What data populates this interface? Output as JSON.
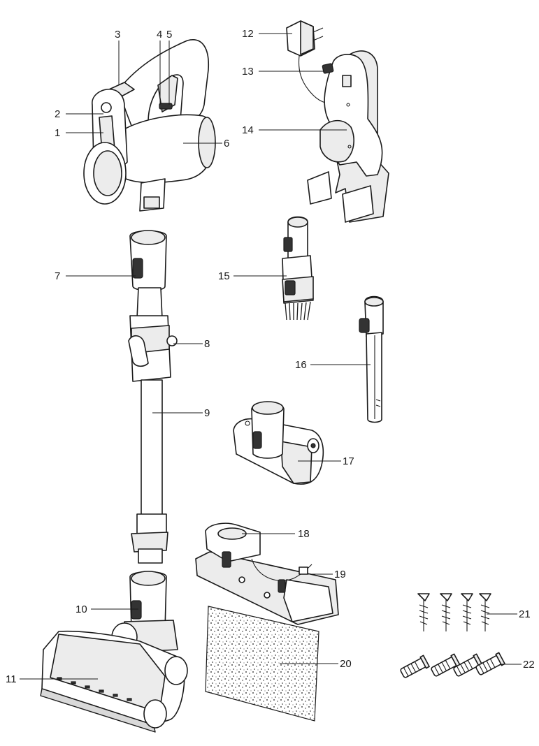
{
  "callouts": [
    {
      "id": "c1",
      "text": "1"
    },
    {
      "id": "c2",
      "text": "2"
    },
    {
      "id": "c3",
      "text": "3"
    },
    {
      "id": "c4",
      "text": "4"
    },
    {
      "id": "c5",
      "text": "5"
    },
    {
      "id": "c6",
      "text": "6"
    },
    {
      "id": "c7",
      "text": "7"
    },
    {
      "id": "c8",
      "text": "8"
    },
    {
      "id": "c9",
      "text": "9"
    },
    {
      "id": "c10",
      "text": "10"
    },
    {
      "id": "c11",
      "text": "11"
    },
    {
      "id": "c12",
      "text": "12"
    },
    {
      "id": "c13",
      "text": "13"
    },
    {
      "id": "c14",
      "text": "14"
    },
    {
      "id": "c15",
      "text": "15"
    },
    {
      "id": "c16",
      "text": "16"
    },
    {
      "id": "c17",
      "text": "17"
    },
    {
      "id": "c18",
      "text": "18"
    },
    {
      "id": "c19",
      "text": "19"
    },
    {
      "id": "c20",
      "text": "20"
    },
    {
      "id": "c21",
      "text": "21"
    },
    {
      "id": "c22",
      "text": "22"
    }
  ],
  "colors": {
    "line": "#1a1a1a",
    "fill": "#ffffff",
    "shade": "#ececec",
    "dark": "#333333"
  }
}
